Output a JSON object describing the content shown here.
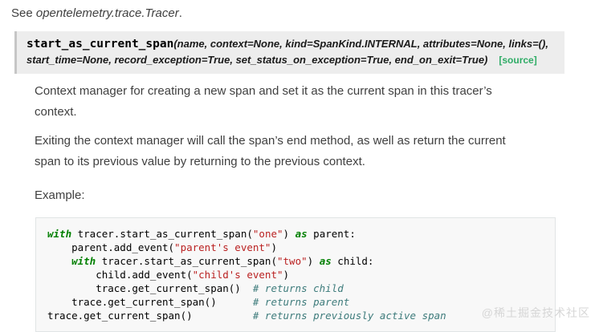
{
  "intro": {
    "prefix": "See ",
    "reference": "opentelemetry.trace.Tracer",
    "suffix": "."
  },
  "signature": {
    "name": "start_as_current_span",
    "params_line1": "(name, context=None, kind=SpanKind.INTERNAL, attributes=None, links=(),",
    "params_line2": "start_time=None, record_exception=True, set_status_on_exception=True, end_on_exit=True)",
    "source_label": "[source]"
  },
  "description": {
    "para1_lines": [
      "Context manager for creating a new span and set it as the current span in this tracer’s",
      "context."
    ],
    "para2_lines": [
      "Exiting the context manager will call the span’s end method, as well as return the current",
      "span to its previous value by returning to the previous context."
    ],
    "example_label": "Example:"
  },
  "example": {
    "code_lines": [
      [
        [
          "k",
          "with"
        ],
        [
          "p",
          " tracer.start_as_current_span("
        ],
        [
          "s",
          "\"one\""
        ],
        [
          "p",
          ") "
        ],
        [
          "k",
          "as"
        ],
        [
          "p",
          " parent:"
        ]
      ],
      [
        [
          "p",
          "    parent.add_event("
        ],
        [
          "s",
          "\"parent's event\""
        ],
        [
          "p",
          ")"
        ]
      ],
      [
        [
          "p",
          "    "
        ],
        [
          "k",
          "with"
        ],
        [
          "p",
          " tracer.start_as_current_span("
        ],
        [
          "s",
          "\"two\""
        ],
        [
          "p",
          ") "
        ],
        [
          "k",
          "as"
        ],
        [
          "p",
          " child:"
        ]
      ],
      [
        [
          "p",
          "        child.add_event("
        ],
        [
          "s",
          "\"child's event\""
        ],
        [
          "p",
          ")"
        ]
      ],
      [
        [
          "p",
          "        trace.get_current_span()  "
        ],
        [
          "c",
          "# returns child"
        ]
      ],
      [
        [
          "p",
          "    trace.get_current_span()      "
        ],
        [
          "c",
          "# returns parent"
        ]
      ],
      [
        [
          "p",
          "trace.get_current_span()          "
        ],
        [
          "c",
          "# returns previously active span"
        ]
      ]
    ]
  },
  "watermark": {
    "text": "@稀土掘金技术社区"
  },
  "colors": {
    "source_link_green": "#2fac66",
    "code_keyword_green": "#008000",
    "code_string_red": "#ba2121",
    "code_comment_teal": "#3d7b7b",
    "signature_background": "#ededed",
    "signature_border": "#c6c6c6",
    "code_background": "#f8f8f8",
    "code_border": "#e1e4e5",
    "body_text": "#404040"
  }
}
